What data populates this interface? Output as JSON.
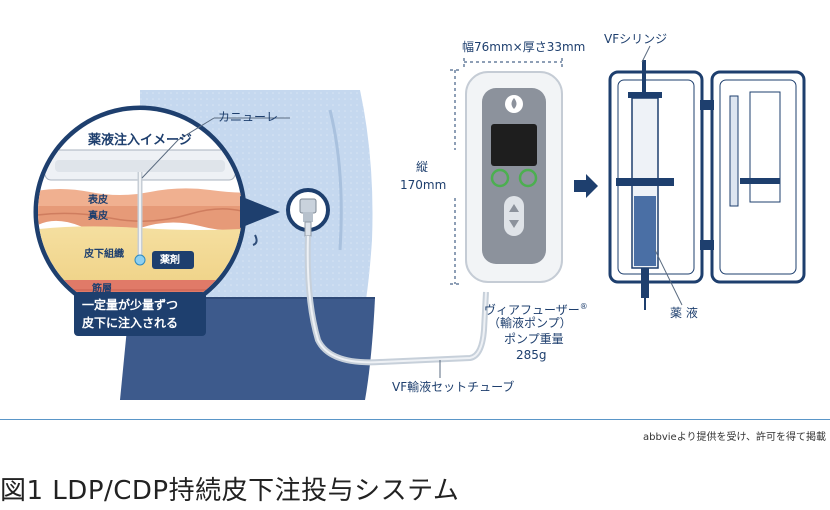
{
  "labels": {
    "cannula": "カニューレ",
    "image_title": "薬液注入イメージ",
    "epidermis": "表皮",
    "dermis": "真皮",
    "subcutaneous": "皮下組織",
    "drug": "薬剤",
    "muscle": "筋層",
    "info_line1": "一定量が少量ずつ",
    "info_line2": "皮下に注入される",
    "width_depth": "幅76mm×厚さ33mm",
    "height_label": "縦",
    "height_value": "170mm",
    "pump_name": "ヴィアフューザー",
    "pump_reg": "®",
    "pump_type": "（輸液ポンプ）",
    "pump_weight_label": "ポンプ重量",
    "pump_weight_value": "285g",
    "tube": "VF輸液セットチューブ",
    "syringe": "VFシリンジ",
    "liquid": "薬 液"
  },
  "credit": "abbvieより提供を受け、許可を得て掲載",
  "figure_title": "図1 LDP/CDP持続皮下注投与システム",
  "colors": {
    "navy": "#1e3f6e",
    "skin_blue": "#c5d8ef",
    "pants": "#3d5a8c",
    "pump_body": "#f2f4f6",
    "pump_panel": "#8c929c",
    "led_green": "#4caf50",
    "tube": "#c7d0da",
    "rule": "#5a96c8"
  }
}
